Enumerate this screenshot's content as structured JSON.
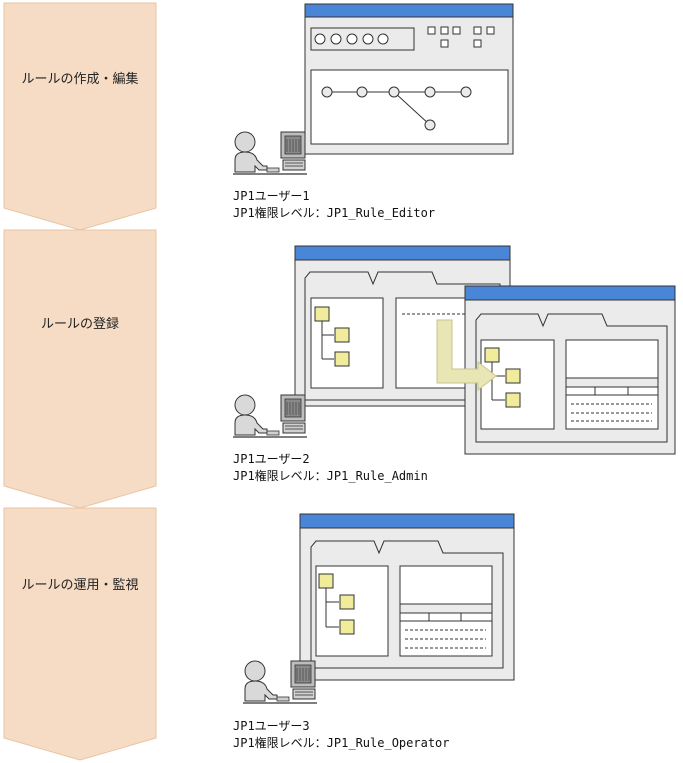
{
  "colors": {
    "stage_fill": "#f6dcc5",
    "stage_stroke": "#e8c4a3",
    "titlebar": "#4a86d8",
    "window_bg": "#ebebeb",
    "node_fill": "#f0ec9c",
    "arrow_fill": "#e9e6b6"
  },
  "stages": [
    {
      "label": "ルールの作成・編集"
    },
    {
      "label": "ルールの登録"
    },
    {
      "label": "ルールの運用・監視"
    }
  ],
  "users": [
    {
      "name": "JP1ユーザー1",
      "level": "JP1権限レベル：JP1_Rule_Editor"
    },
    {
      "name": "JP1ユーザー2",
      "level": "JP1権限レベル：JP1_Rule_Admin"
    },
    {
      "name": "JP1ユーザー3",
      "level": "JP1権限レベル：JP1_Rule_Operator"
    }
  ]
}
